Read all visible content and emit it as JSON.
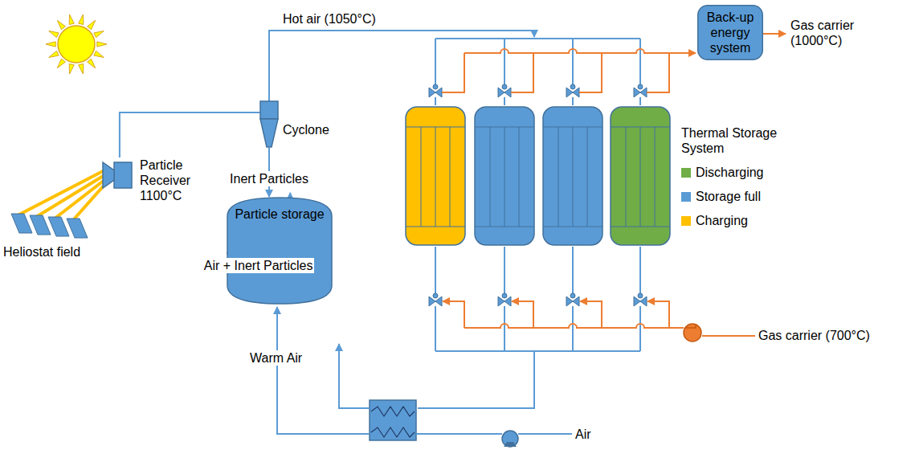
{
  "diagram": {
    "nodes": [
      {
        "text": [
          "Particle Receiver 1100°C"
        ]
      },
      {
        "text": [
          "Cyclone"
        ]
      },
      {
        "text": [
          "Particle storage"
        ]
      },
      {
        "text": [
          "Back-up energy system"
        ]
      }
    ],
    "edges": [
      {
        "from": 0,
        "to": 1,
        "arrow": "none"
      },
      {
        "from": 1,
        "to": 2,
        "label": "Inert Particles",
        "arrow": "to"
      },
      {
        "from": 2,
        "to": 0,
        "label": "Air + Inert Particles",
        "arrow": "to"
      }
    ],
    "labels": [
      "Heliostat field",
      "Hot air (1050°C)",
      "Warm Air",
      "Air",
      "Gas carrier (700°C)",
      "Gas carrier (1000°C)",
      "Thermal Storage System"
    ],
    "legend": [
      {
        "text": "Discharging",
        "color": "#70AD47"
      },
      {
        "text": "Storage full",
        "color": "#5B9BD5"
      },
      {
        "text": "Charging",
        "color": "#FFC000"
      }
    ]
  }
}
